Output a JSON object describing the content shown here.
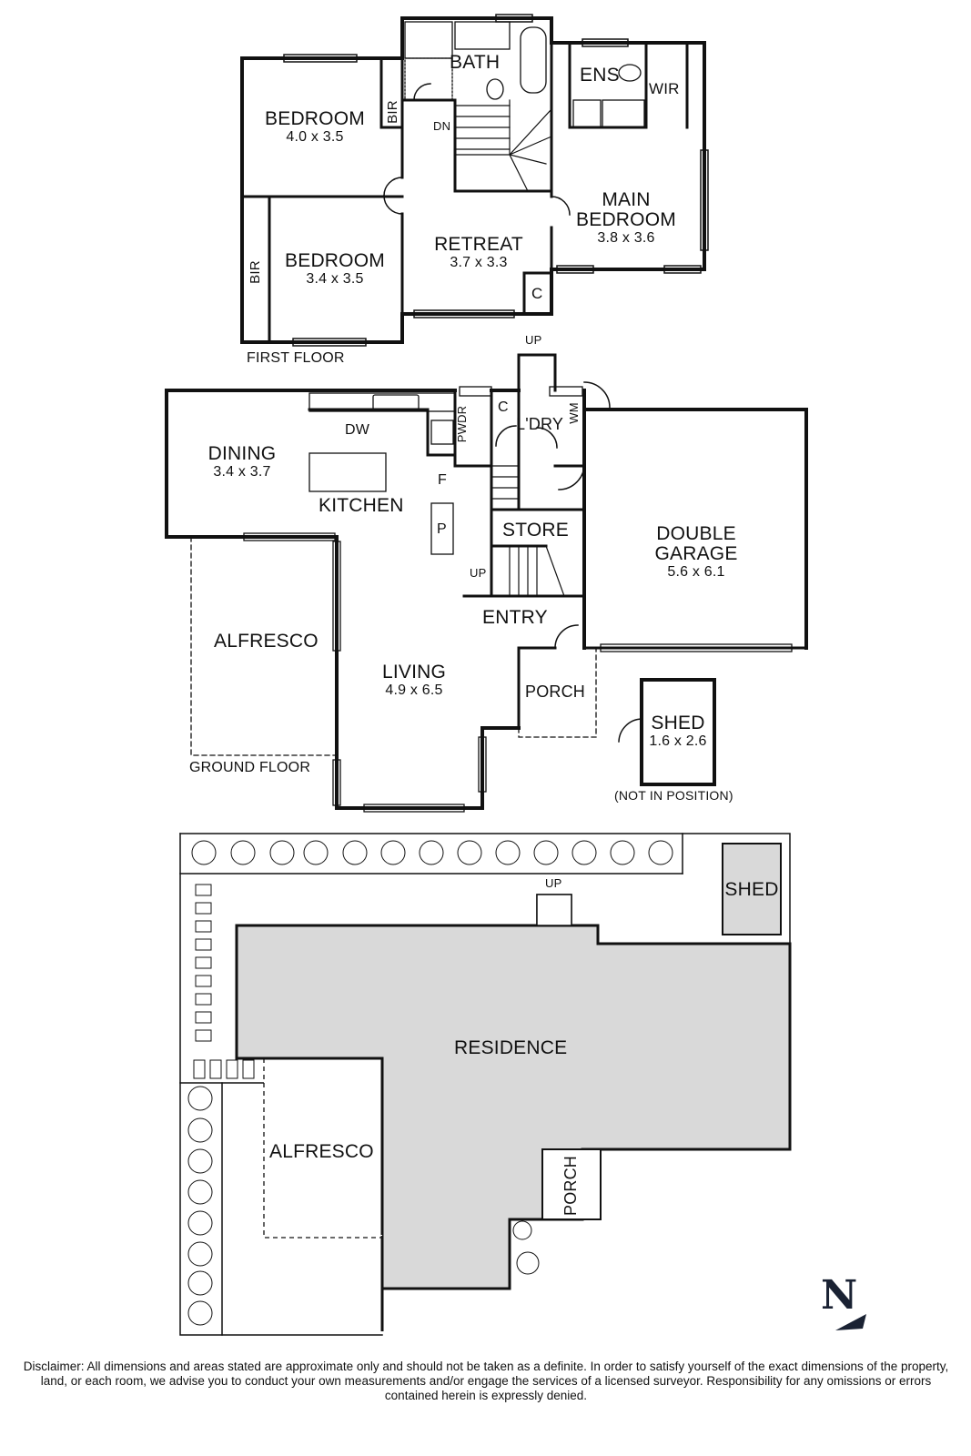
{
  "first_floor": {
    "caption": "FIRST FLOOR",
    "rooms": {
      "bath": "BATH",
      "ens": "ENS",
      "wir": "WIR",
      "bir_top": "BIR",
      "bir_left": "BIR",
      "bedroom1": {
        "name": "BEDROOM",
        "dim": "4.0 x 3.5"
      },
      "bedroom2": {
        "name": "BEDROOM",
        "dim": "3.4 x 3.5"
      },
      "main_bedroom": {
        "name": "MAIN\nBEDROOM",
        "dim": "3.8 x 3.6"
      },
      "retreat": {
        "name": "RETREAT",
        "dim": "3.7 x 3.3"
      },
      "cupboard": "C",
      "stairs": "DN"
    }
  },
  "ground_floor": {
    "caption": "GROUND FLOOR",
    "rooms": {
      "dining": {
        "name": "DINING",
        "dim": "3.4 x 3.7"
      },
      "kitchen": "KITCHEN",
      "dw": "DW",
      "fridge": "F",
      "pantry": "P",
      "pwdr": "PWDR",
      "cupboard": "C",
      "laundry": "L'DRY",
      "wm": "WM",
      "store": "STORE",
      "entry": "ENTRY",
      "stairs_up": "UP",
      "top_up": "UP",
      "garage": {
        "name": "DOUBLE\nGARAGE",
        "dim": "5.6 x 6.1"
      },
      "alfresco": "ALFRESCO",
      "living": {
        "name": "LIVING",
        "dim": "4.9 x 6.5"
      },
      "porch": "PORCH",
      "shed": {
        "name": "SHED",
        "dim": "1.6 x 2.6"
      },
      "shed_note": "(NOT IN POSITION)"
    }
  },
  "site_plan": {
    "residence": "RESIDENCE",
    "alfresco": "ALFRESCO",
    "porch": "PORCH",
    "shed": "SHED",
    "up": "UP",
    "north": "N"
  },
  "disclaimer": "Disclaimer: All dimensions and areas stated are approximate only and should not be taken as a definite. In order to satisfy yourself of the exact dimensions of the property, land, or each room, we advise you to conduct your own measurements and/or engage the services of a licensed surveyor. Responsibility for any omissions or errors contained herein is expressly denied.",
  "colors": {
    "wall": "#111111",
    "site_fill": "#d9d9d9",
    "north": "#1a2233"
  }
}
